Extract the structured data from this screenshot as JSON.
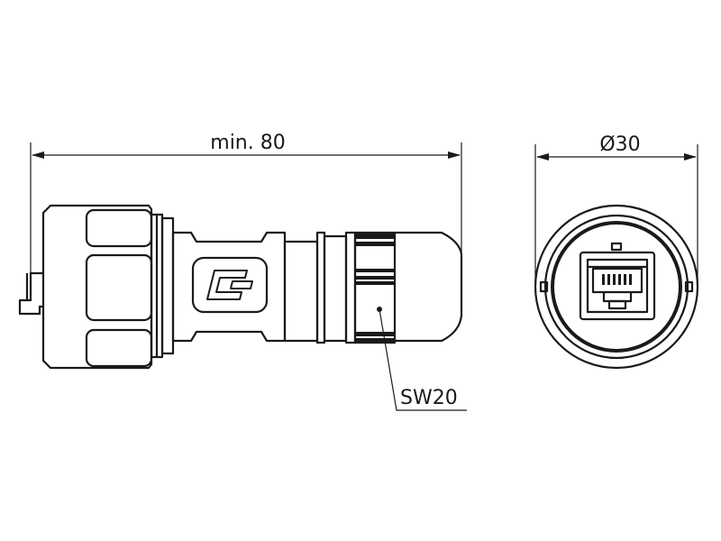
{
  "dimensions": {
    "length_label": "min. 80",
    "diameter_label": "Ø30",
    "wrench_label": "SW20"
  },
  "logo": {
    "name": "connector-brand-logo"
  }
}
